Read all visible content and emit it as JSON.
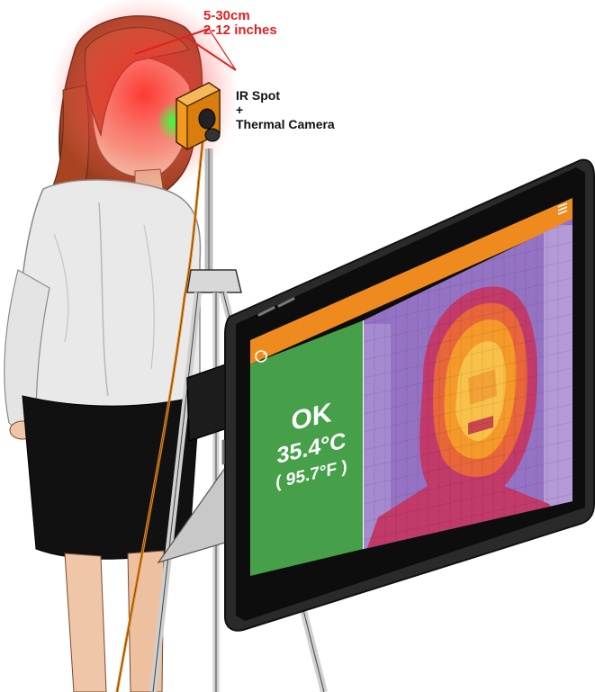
{
  "distance": {
    "cm": "5-30cm",
    "inches": "2-12 inches"
  },
  "sensor": {
    "line1": "IR Spot",
    "line2": "+",
    "line3": "Thermal Camera"
  },
  "screen": {
    "status": "OK",
    "temp_c": "35.4°C",
    "temp_f": "( 95.7°F )",
    "accent_color": "#ee8a1e",
    "ok_color": "#45a049"
  },
  "icons": {
    "tablet_corner": "refresh-icon",
    "tablet_menu": "menu-icon"
  }
}
